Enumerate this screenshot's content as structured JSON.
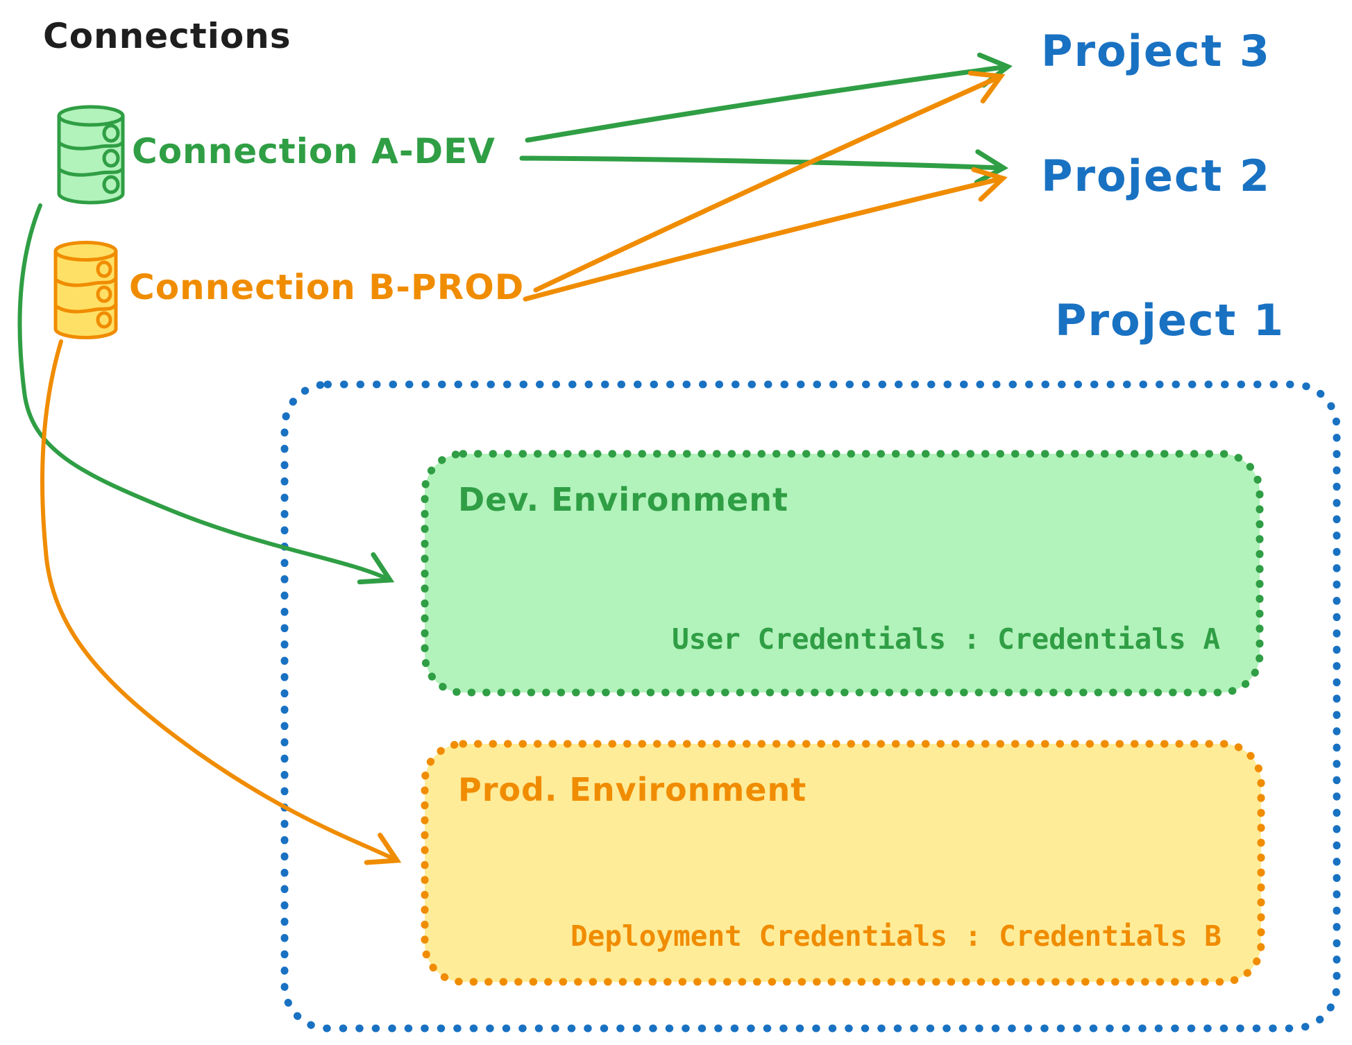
{
  "colors": {
    "black": "#1e1e1e",
    "green": "#2f9e44",
    "green-fill": "#b2f2bb",
    "orange": "#f08c00",
    "orange-fill": "#ffec99",
    "yellow-fill": "#ffe066",
    "blue": "#1971c2"
  },
  "title": "Connections",
  "connections": [
    {
      "label": "Connection A-DEV",
      "icon": "database-icon",
      "color": "#2f9e44"
    },
    {
      "label": "Connection B-PROD",
      "icon": "database-icon",
      "color": "#f08c00"
    }
  ],
  "projects": [
    {
      "label": "Project 3"
    },
    {
      "label": "Project 2"
    },
    {
      "label": "Project 1"
    }
  ],
  "project1": {
    "dev": {
      "title": "Dev. Environment",
      "credentials": "User Credentials : Credentials A"
    },
    "prod": {
      "title": "Prod. Environment",
      "credentials": "Deployment Credentials : Credentials B"
    }
  }
}
